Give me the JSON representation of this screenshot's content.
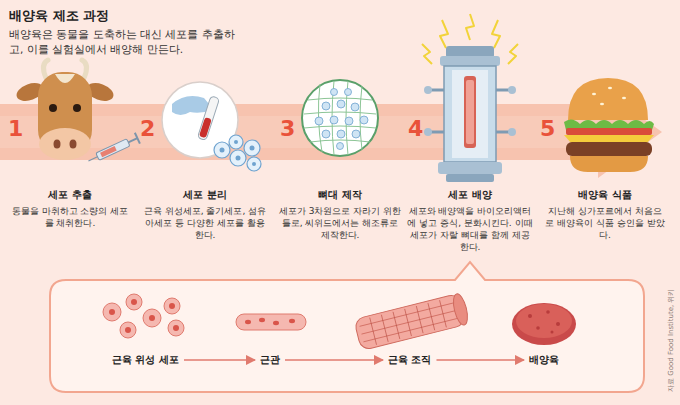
{
  "diagram": {
    "title": "배양육 제조 과정",
    "caption": "배양육은 동물을 도축하는 대신 세포를 추출하고, 이를 실험실에서 배양해 만든다.",
    "nodes": [
      {
        "text": [
          "세포 추출",
          "동물을 마취하고 소량의 세포를 채취한다."
        ]
      },
      {
        "text": [
          "세포 분리",
          "근육 위성세포, 줄기세포, 섬유아세포 등 다양한 세포를 활용한다."
        ]
      },
      {
        "text": [
          "뼈대 제작",
          "세포가 3차원으로 자라기 위한 틀로, 씨위드에서는 해조류로 제작한다."
        ]
      },
      {
        "text": [
          "세포 배양",
          "세포와 배양액을 바이오리액터에 넣고 증식, 분화시킨다. 이때 세포가 자랄 뼈대를 함께 제공한다."
        ]
      },
      {
        "text": [
          "배양육 식품",
          "지난해 싱가포르에서 처음으로 배양육이 식품 승인을 받았다."
        ]
      },
      {
        "text": [
          "근육 위성 세포"
        ]
      },
      {
        "text": [
          "근관"
        ]
      },
      {
        "text": [
          "근육 조직"
        ]
      },
      {
        "text": [
          "배양육"
        ]
      }
    ],
    "edges": [
      {
        "from": 5,
        "to": 6,
        "arrow": "to"
      },
      {
        "from": 6,
        "to": 7,
        "arrow": "to"
      },
      {
        "from": 7,
        "to": 8,
        "arrow": "to"
      }
    ],
    "labels": [
      "1",
      "2",
      "3",
      "4",
      "5",
      "자료 Good Food Institute, 위키"
    ]
  }
}
